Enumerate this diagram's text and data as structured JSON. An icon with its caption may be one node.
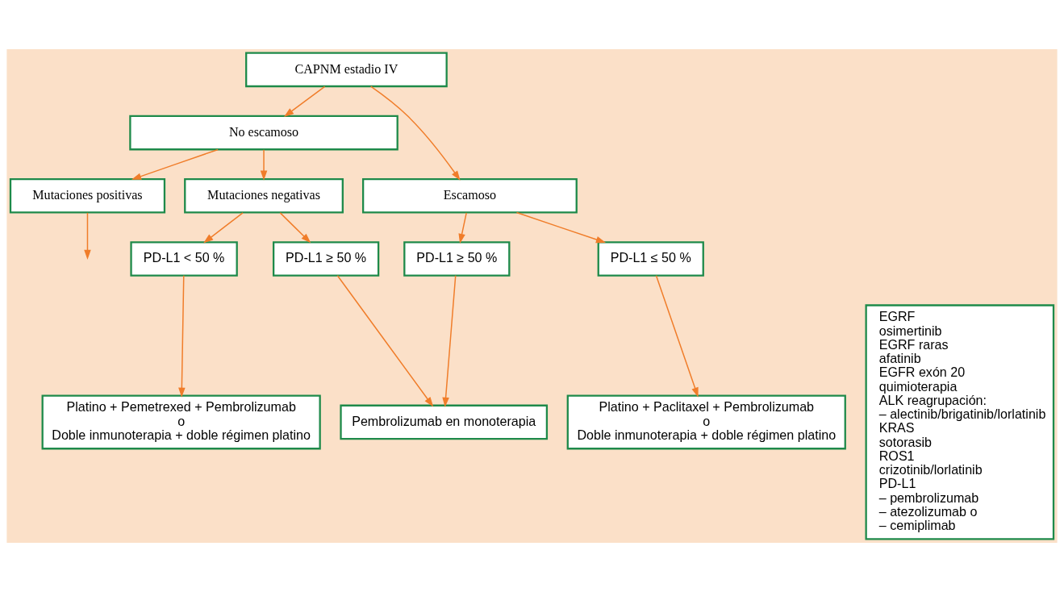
{
  "diagram": {
    "nodes": [
      {
        "text": [
          "CAPNM estadio IV"
        ]
      },
      {
        "text": [
          "No escamoso"
        ]
      },
      {
        "text": [
          "Escamoso"
        ]
      },
      {
        "text": [
          "Mutaciones positivas"
        ]
      },
      {
        "text": [
          "Mutaciones negativas"
        ]
      },
      {
        "text": [
          "PD-L1 ≥ 50 %"
        ]
      },
      {
        "text": [
          "PD-L1 ≤ 50 %"
        ]
      },
      {
        "text": [
          "PD-L1 < 50 %"
        ]
      },
      {
        "text": [
          "PD-L1 ≥ 50 %"
        ]
      },
      {
        "text": [
          "EGRF",
          "osimertinib",
          "EGRF raras",
          "afatinib",
          "EGFR exón 20",
          "quimioterapia",
          "ALK reagrupación:",
          "– alectinib/brigatinib/lorlatinib",
          "KRAS",
          "sotorasib",
          "ROS1",
          "crizotinib/lorlatinib",
          "PD-L1",
          "– pembrolizumab",
          "– atezolizumab o",
          "– cemiplimab"
        ]
      },
      {
        "text": [
          "Platino + Pemetrexed + Pembrolizumab",
          "o",
          "Doble inmunoterapia + doble régimen platino"
        ]
      },
      {
        "text": [
          "Pembrolizumab en monoterapia"
        ]
      },
      {
        "text": [
          "Platino + Paclitaxel + Pembrolizumab",
          "o",
          "Doble inmunoterapia + doble régimen platino"
        ]
      }
    ],
    "edges": [
      {
        "from": 0,
        "to": 1,
        "arrow": "to"
      },
      {
        "from": 0,
        "to": 2,
        "arrow": "to"
      },
      {
        "from": 1,
        "to": 3,
        "arrow": "to"
      },
      {
        "from": 1,
        "to": 4,
        "arrow": "to"
      },
      {
        "from": 2,
        "to": 5,
        "arrow": "to"
      },
      {
        "from": 2,
        "to": 6,
        "arrow": "to"
      },
      {
        "from": 3,
        "to": null,
        "arrow": "to"
      },
      {
        "from": 4,
        "to": 7,
        "arrow": "to"
      },
      {
        "from": 4,
        "to": 8,
        "arrow": "to"
      },
      {
        "from": 7,
        "to": 10,
        "arrow": "to"
      },
      {
        "from": 8,
        "to": 11,
        "arrow": "to"
      },
      {
        "from": 5,
        "to": 11,
        "arrow": "to"
      },
      {
        "from": 6,
        "to": 12,
        "arrow": "to"
      }
    ]
  }
}
